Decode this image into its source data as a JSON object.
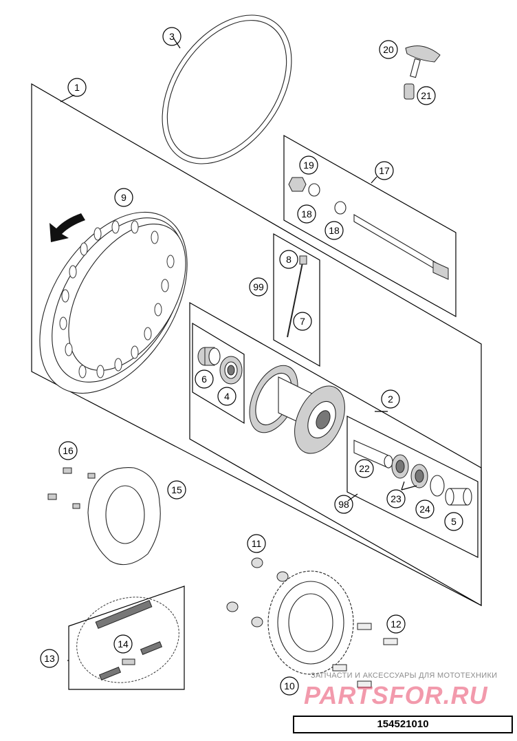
{
  "diagram": {
    "callouts": [
      "1",
      "2",
      "3",
      "4",
      "5",
      "6",
      "7",
      "8",
      "9",
      "10",
      "11",
      "12",
      "13",
      "14",
      "15",
      "16",
      "17",
      "18",
      "18",
      "19",
      "20",
      "21",
      "22",
      "23",
      "24",
      "98",
      "99"
    ]
  },
  "footer": {
    "doc_number": "154521010",
    "watermark_subtitle": "ЗАПЧАСТИ И АКСЕССУАРЫ ДЛЯ МОТОТЕХНИКИ",
    "watermark_logo": "PARTSFOR.RU"
  },
  "colors": {
    "watermark": "#e8486a",
    "line": "#000000"
  }
}
